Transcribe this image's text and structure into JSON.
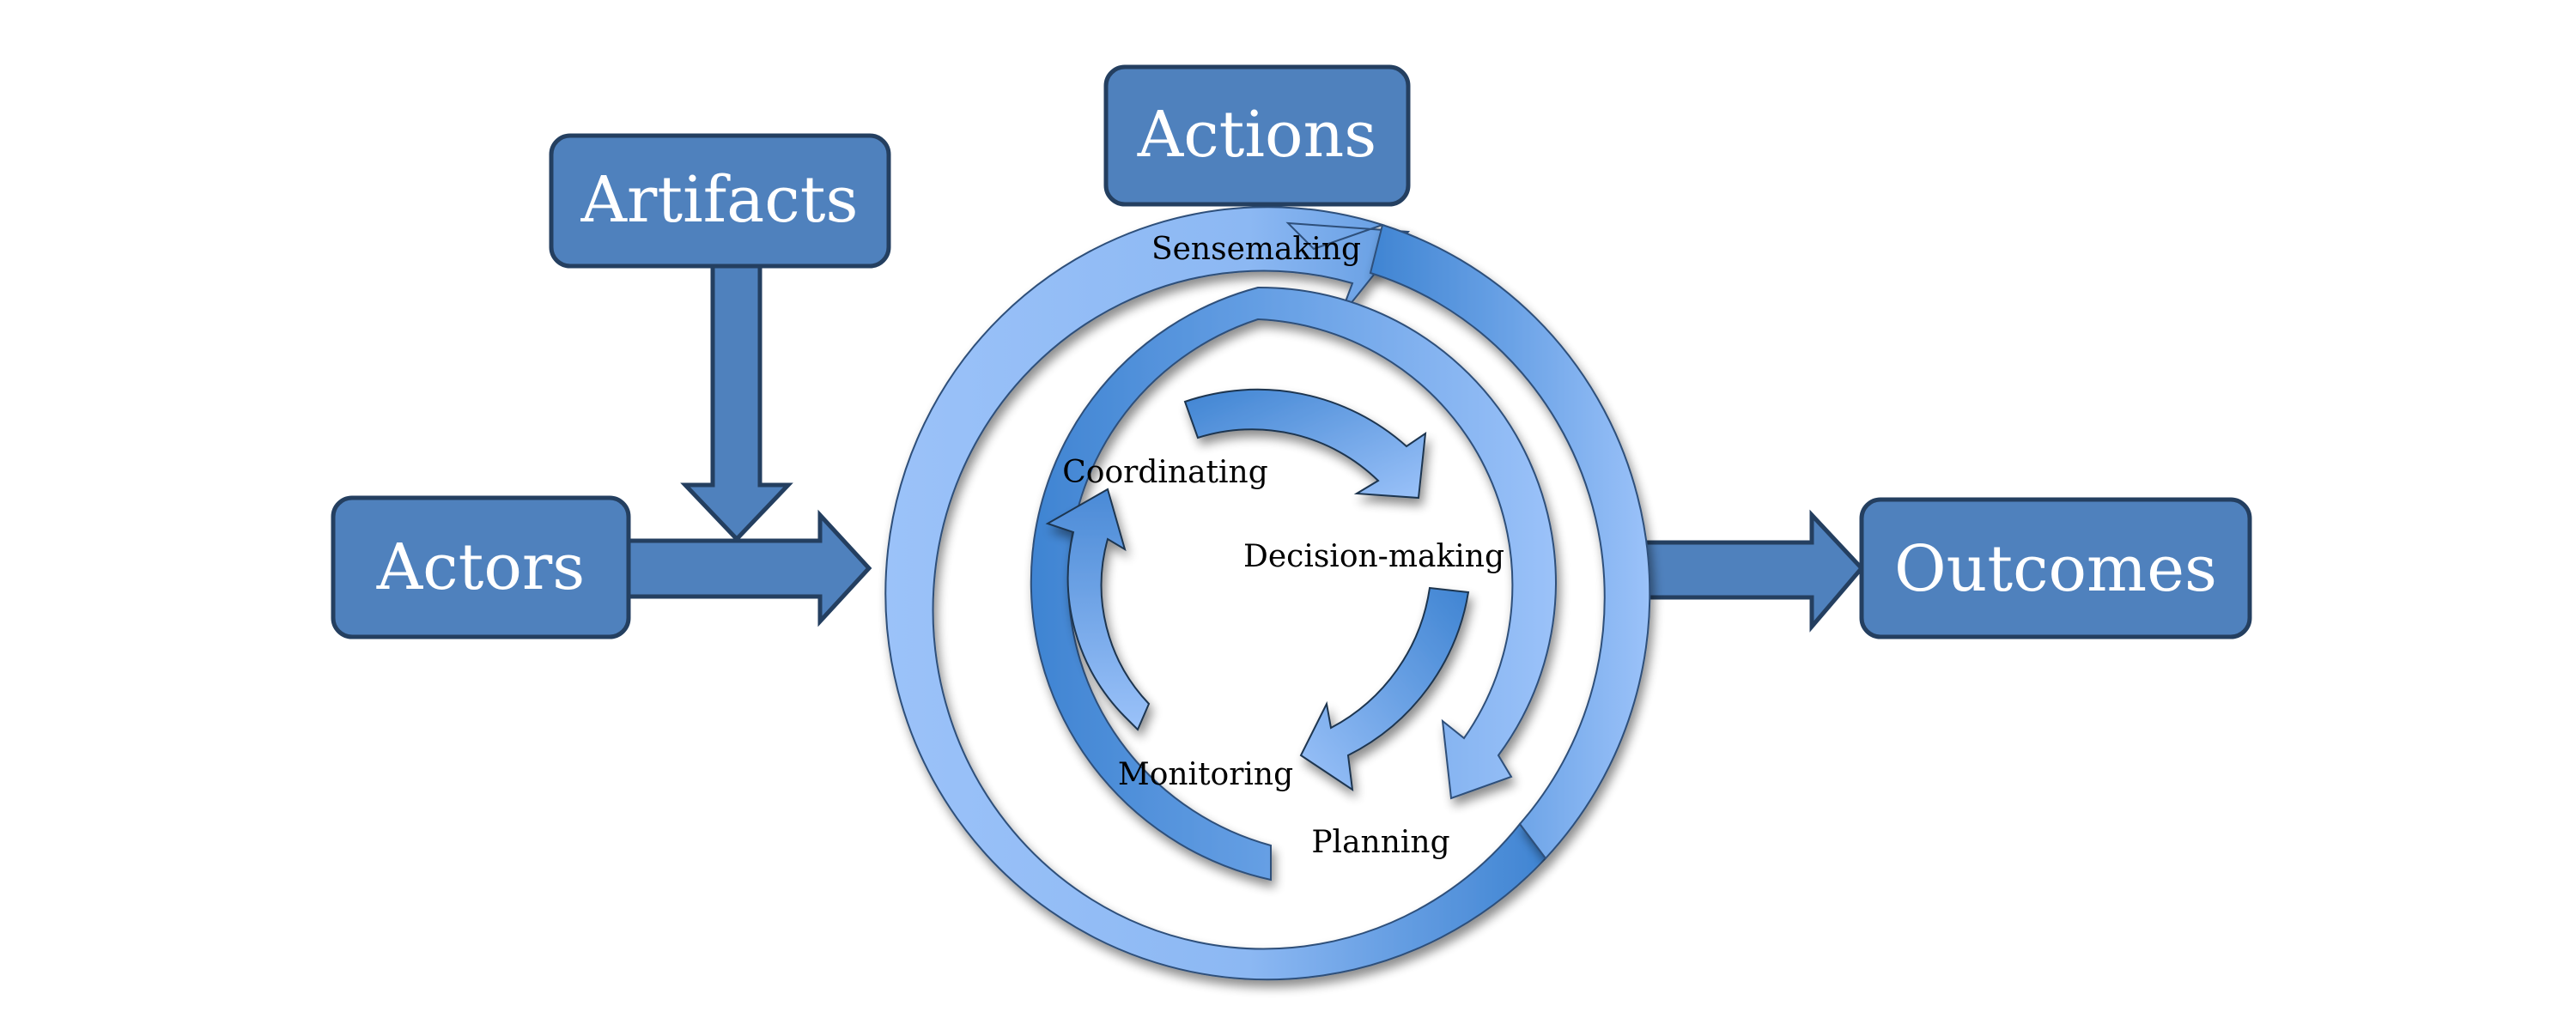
{
  "boxes": {
    "artifacts": "Artifacts",
    "actions": "Actions",
    "actors": "Actors",
    "outcomes": "Outcomes"
  },
  "cycle_labels": {
    "sensemaking": "Sensemaking",
    "coordinating": "Coordinating",
    "decision_making": "Decision-making",
    "monitoring": "Monitoring",
    "planning": "Planning"
  },
  "colors": {
    "box_fill": "#4f81bd",
    "box_stroke": "#243f60",
    "arrow_light": "#9bc2f9",
    "arrow_dark": "#3f84d2"
  }
}
